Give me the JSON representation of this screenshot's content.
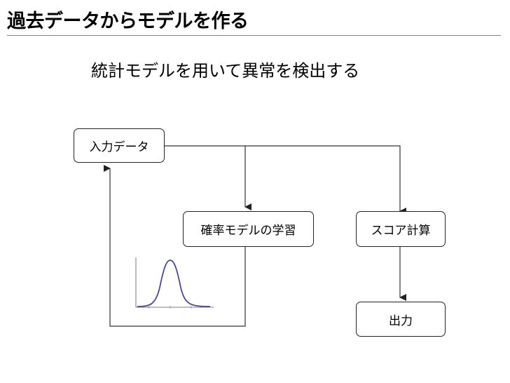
{
  "slide": {
    "title": "過去データからモデルを作る",
    "subtitle": "統計モデルを用いて異常を検出する"
  },
  "diagram": {
    "nodes": {
      "input_data": "入力データ",
      "model_learning": "確率モデルの学習",
      "score_calc": "スコア計算",
      "output": "出力"
    }
  },
  "colors": {
    "title_rule": "#7a8a72",
    "curve": "#4a4a8c",
    "connector": "#333333"
  },
  "icons": {
    "distribution_plot": "normal-distribution-curve"
  }
}
